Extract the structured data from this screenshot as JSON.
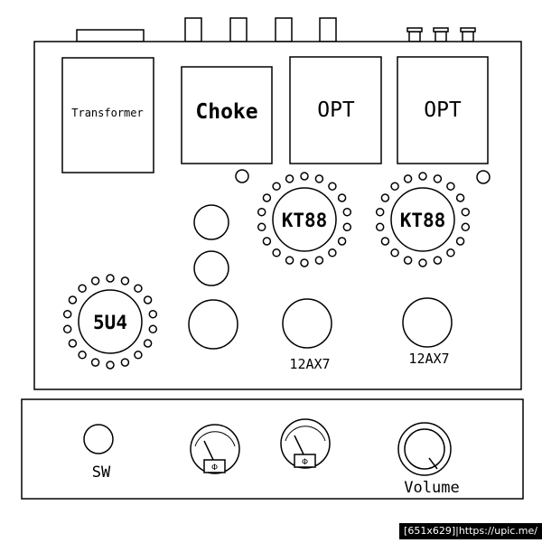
{
  "components": {
    "transformer": "Transformer",
    "choke": "Choke",
    "opt_left": "OPT",
    "opt_right": "OPT",
    "tube_power_left": "KT88",
    "tube_power_right": "KT88",
    "tube_rectifier": "5U4",
    "tube_driver_left": "12AX7",
    "tube_driver_right": "12AX7"
  },
  "front_panel": {
    "switch": "SW",
    "volume": "Volume"
  },
  "watermark": "[651x629]|https://upic.me/"
}
